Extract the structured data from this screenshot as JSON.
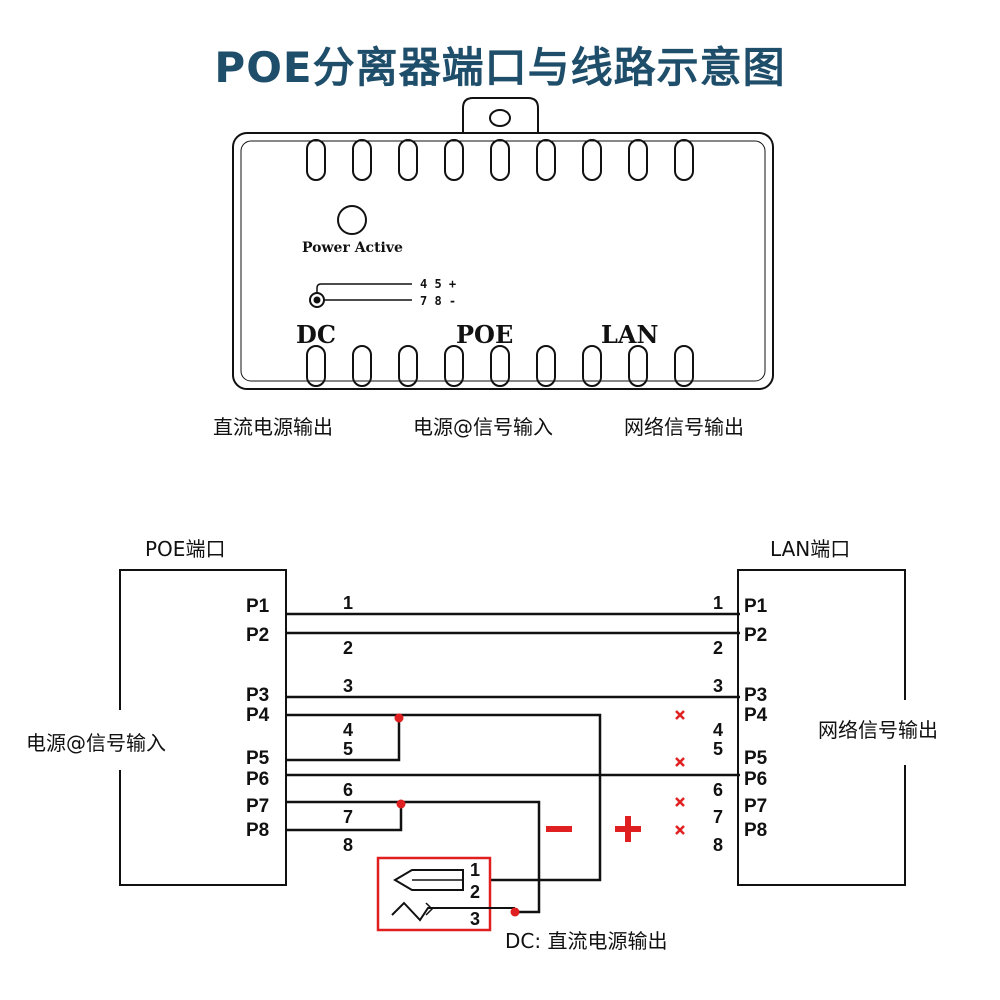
{
  "title": "POE分离器端口与线路示意图",
  "device": {
    "power_label": "Power Active",
    "pin_top": "4 5 +",
    "pin_bottom": "7 8 -",
    "dc": "DC",
    "poe": "POE",
    "lan": "LAN",
    "caption_dc": "直流电源输出",
    "caption_poe": "电源@信号输入",
    "caption_lan": "网络信号输出"
  },
  "wiring": {
    "poe_port_label": "POE端口",
    "lan_port_label": "LAN端口",
    "poe_side_label": "电源@信号输入",
    "lan_side_label": "网络信号输出",
    "pins": [
      "P1",
      "P2",
      "P3",
      "P4",
      "P5",
      "P6",
      "P7",
      "P8"
    ],
    "wire_numbers": [
      "1",
      "2",
      "3",
      "4",
      "5",
      "6",
      "7",
      "8"
    ],
    "minus": "−",
    "plus": "+",
    "dc_jack_pins": [
      "1",
      "2",
      "3"
    ],
    "dc_caption": "DC: 直流电源输出"
  },
  "colors": {
    "title": "#1f4e6b",
    "red": "#e02020",
    "line": "#111111"
  }
}
